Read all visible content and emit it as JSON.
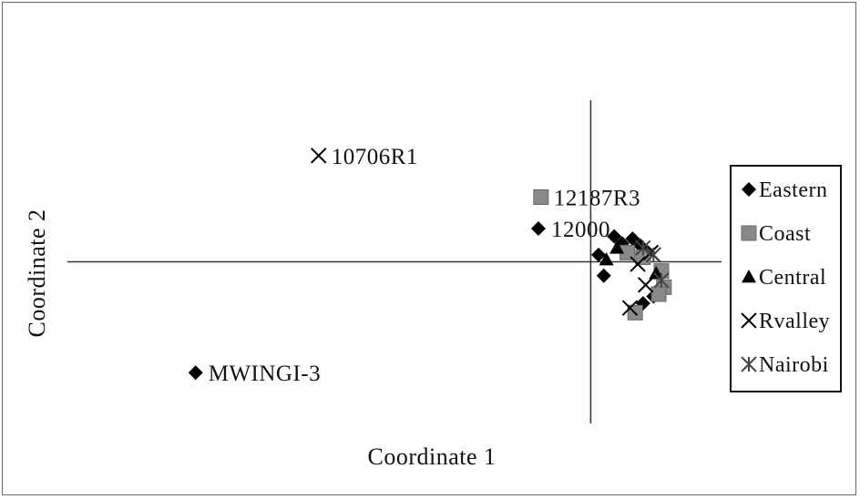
{
  "chart_data": {
    "type": "scatter",
    "title": "",
    "xlabel": "Coordinate 1",
    "ylabel": "Coordinate 2",
    "xlim": [
      -1.0,
      0.25
    ],
    "ylim": [
      -0.35,
      0.35
    ],
    "grid": false,
    "legend_position": "right",
    "series": [
      {
        "name": "Eastern",
        "marker": "diamond",
        "color": "#000000",
        "points": [
          {
            "x": -0.755,
            "y": -0.24,
            "label": "MWINGI-3"
          },
          {
            "x": -0.1,
            "y": 0.072,
            "label": "12000"
          },
          {
            "x": 0.015,
            "y": 0.015
          },
          {
            "x": 0.045,
            "y": 0.055
          },
          {
            "x": 0.06,
            "y": 0.04
          },
          {
            "x": 0.025,
            "y": -0.03
          },
          {
            "x": 0.08,
            "y": 0.05
          },
          {
            "x": 0.095,
            "y": 0.035
          },
          {
            "x": 0.11,
            "y": 0.02
          },
          {
            "x": 0.1,
            "y": -0.09
          },
          {
            "x": 0.12,
            "y": -0.075
          }
        ]
      },
      {
        "name": "Coast",
        "marker": "square",
        "color": "#8a8a8a",
        "points": [
          {
            "x": -0.095,
            "y": 0.14,
            "label": "12187R3"
          },
          {
            "x": 0.07,
            "y": 0.02
          },
          {
            "x": 0.1,
            "y": 0.01
          },
          {
            "x": 0.135,
            "y": -0.02
          },
          {
            "x": 0.14,
            "y": -0.055
          },
          {
            "x": 0.085,
            "y": -0.11
          },
          {
            "x": 0.13,
            "y": -0.07
          }
        ]
      },
      {
        "name": "Central",
        "marker": "triangle",
        "color": "#000000",
        "points": [
          {
            "x": 0.05,
            "y": 0.03
          },
          {
            "x": 0.03,
            "y": 0.005
          },
          {
            "x": 0.125,
            "y": -0.025
          }
        ]
      },
      {
        "name": "Rvalley",
        "marker": "x",
        "color": "#000000",
        "points": [
          {
            "x": -0.52,
            "y": 0.23,
            "label": "10706R1"
          },
          {
            "x": 0.075,
            "y": -0.1
          },
          {
            "x": 0.105,
            "y": -0.05
          },
          {
            "x": 0.115,
            "y": 0.02
          },
          {
            "x": 0.09,
            "y": -0.005
          }
        ]
      },
      {
        "name": "Nairobi",
        "marker": "asterisk",
        "color": "#444444",
        "points": [
          {
            "x": 0.12,
            "y": 0.015
          },
          {
            "x": 0.135,
            "y": -0.04
          },
          {
            "x": 0.1,
            "y": 0.03
          }
        ]
      }
    ]
  }
}
